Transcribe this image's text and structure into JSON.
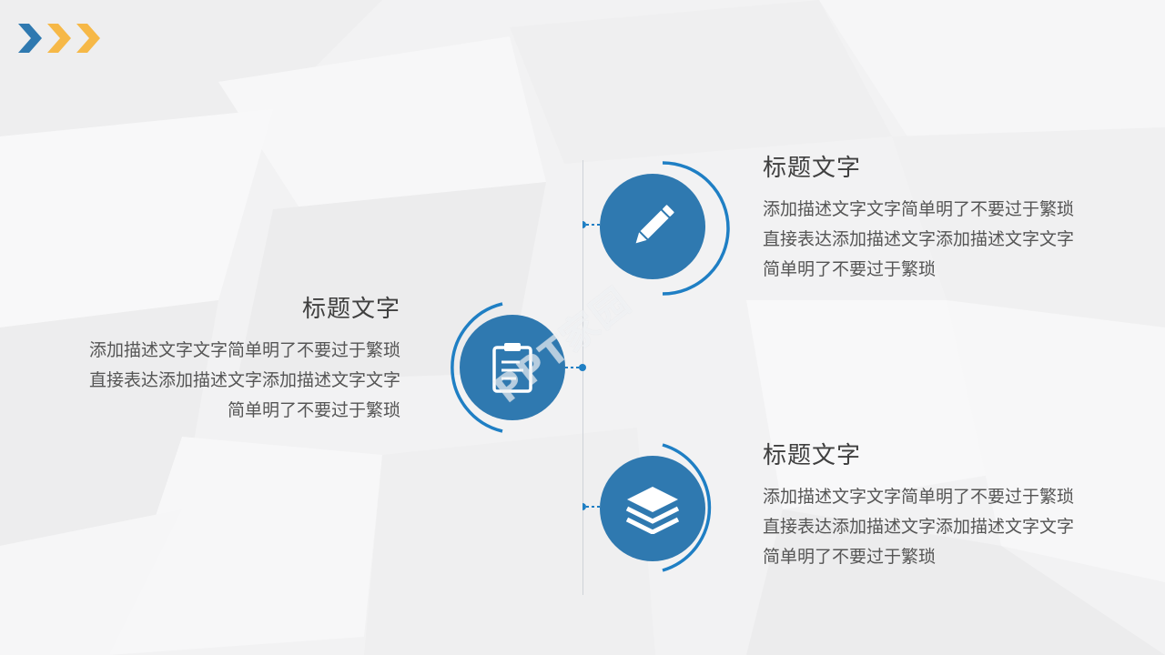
{
  "colors": {
    "accent_blue": "#2f79b0",
    "ring_blue": "#1f7fc4",
    "chevron_blue": "#2f79b0",
    "chevron_orange": "#f6b847",
    "timeline_gray": "#cfd3d8"
  },
  "watermark": "PPT家园",
  "items": [
    {
      "icon": "pencil-icon",
      "title": "标题文字",
      "lines": [
        "添加描述文字文字简单明了不要过于繁琐",
        "直接表达添加描述文字添加描述文字文字",
        "简单明了不要过于繁琐"
      ]
    },
    {
      "icon": "clipboard-icon",
      "title": "标题文字",
      "lines": [
        "添加描述文字文字简单明了不要过于繁琐",
        "直接表达添加描述文字添加描述文字文字",
        "简单明了不要过于繁琐"
      ]
    },
    {
      "icon": "layers-icon",
      "title": "标题文字",
      "lines": [
        "添加描述文字文字简单明了不要过于繁琐",
        "直接表达添加描述文字添加描述文字文字",
        "简单明了不要过于繁琐"
      ]
    }
  ]
}
